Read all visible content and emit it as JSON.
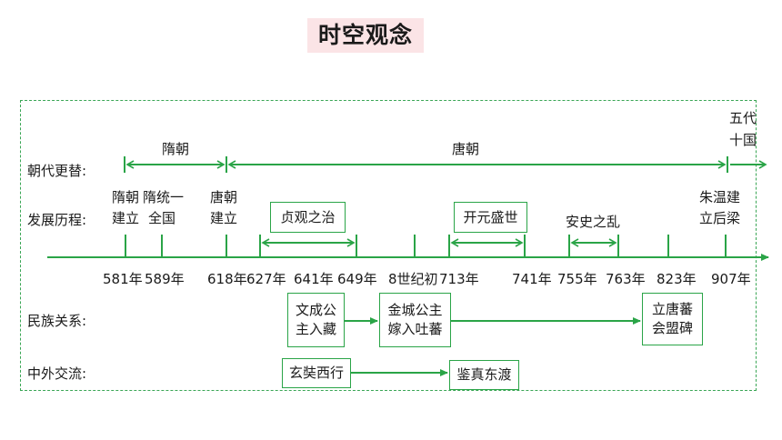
{
  "title": "时空观念",
  "rows": {
    "dynasty": "朝代更替:",
    "development": "发展历程:",
    "ethnic": "民族关系:",
    "foreign": "中外交流:"
  },
  "dynasties": {
    "sui": "隋朝",
    "tang": "唐朝",
    "five": "五代",
    "ten": "十国"
  },
  "events": {
    "sui_founded_1": "隋朝",
    "sui_founded_2": "建立",
    "sui_unify_1": "隋统一",
    "sui_unify_2": "全国",
    "tang_founded_1": "唐朝",
    "tang_founded_2": "建立",
    "zhenguan": "贞观之治",
    "kaiyuan": "开元盛世",
    "anshi": "安史之乱",
    "houliang_1": "朱温建",
    "houliang_2": "立后梁"
  },
  "years": {
    "y581": "581年",
    "y589": "589年",
    "y618": "618年",
    "y627": "627年",
    "y641": "641年",
    "y649": "649年",
    "c8": "8世纪初",
    "y713": "713年",
    "y741": "741年",
    "y755": "755年",
    "y763": "763年",
    "y823": "823年",
    "y907": "907年"
  },
  "ethnic": {
    "wencheng_1": "文成公",
    "wencheng_2": "主入藏",
    "jincheng_1": "金城公主",
    "jincheng_2": "嫁入吐蕃",
    "alliance_1": "立唐蕃",
    "alliance_2": "会盟碑"
  },
  "exchange": {
    "xuanzang": "玄奘西行",
    "jianzhen": "鉴真东渡"
  },
  "accent": "#2aa447"
}
